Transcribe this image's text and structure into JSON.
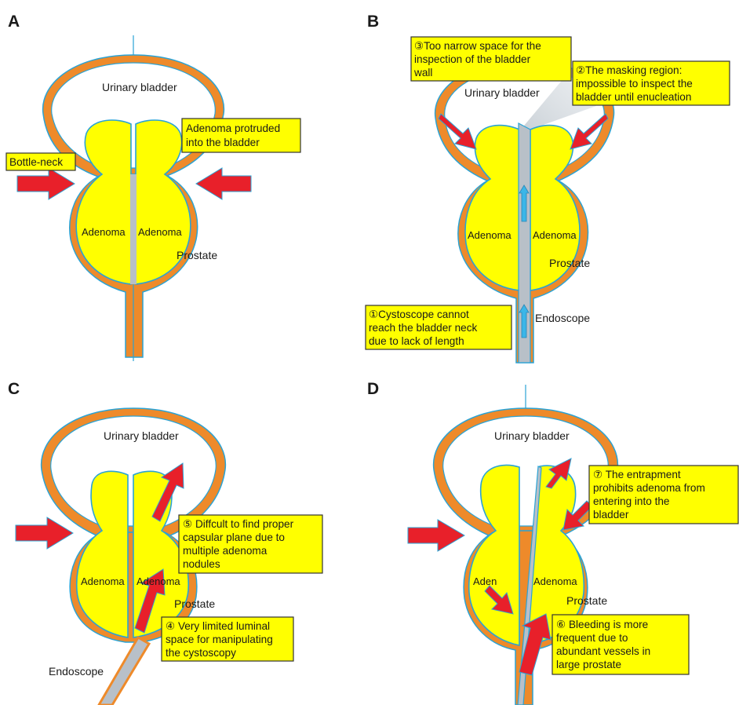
{
  "panels": [
    {
      "letter": "A",
      "labels": {
        "bladder": "Urinary bladder",
        "adenoma_left": "Adenoma",
        "adenoma_right": "Adenoma",
        "prostate": "Prostate"
      },
      "callouts": [
        [
          "Adenoma protruded",
          "into the bladder"
        ],
        [
          "Bottle-neck"
        ]
      ]
    },
    {
      "letter": "B",
      "labels": {
        "bladder": "Urinary bladder",
        "adenoma_left": "Adenoma",
        "adenoma_right": "Adenoma",
        "prostate": "Prostate",
        "endoscope": "Endoscope"
      },
      "callouts": [
        [
          "③Too narrow space for the",
          "inspection of the bladder",
          "wall"
        ],
        [
          "②The masking region:",
          "impossible to inspect the",
          "bladder until enucleation"
        ],
        [
          "①Cystoscope cannot",
          "reach the bladder neck",
          "due to lack of length"
        ]
      ]
    },
    {
      "letter": "C",
      "labels": {
        "bladder": "Urinary bladder",
        "adenoma_left": "Adenoma",
        "adenoma_right": "Adenoma",
        "prostate": "Prostate",
        "endoscope": "Endoscope"
      },
      "callouts": [
        [
          "⑤ Diffcult to find proper",
          "capsular plane due to",
          "multiple adenoma",
          "nodules"
        ],
        [
          "④ Very limited luminal",
          "space for manipulating",
          "the cystoscopy"
        ]
      ]
    },
    {
      "letter": "D",
      "labels": {
        "bladder": "Urinary bladder",
        "adenoma_left": "Aden",
        "adenoma_right": "Adenoma",
        "prostate": "Prostate"
      },
      "callouts": [
        [
          "⑦ The entrapment",
          "prohibits adenoma from",
          "entering into the",
          "bladder"
        ],
        [
          "⑥ Bleeding is more",
          "frequent due to",
          "abundant vessels in",
          "large prostate"
        ]
      ]
    }
  ],
  "colors": {
    "capsule": "#ee8a2a",
    "outline": "#2aa3d5",
    "adenoma": "#ffff00",
    "arrow": "#e8202a",
    "scope": "#b8c0c8",
    "callout_fill": "#ffff00",
    "callout_border": "#333333",
    "inner_arrow": "#3bb6e8",
    "masking_cone": "#c9d0d6"
  }
}
